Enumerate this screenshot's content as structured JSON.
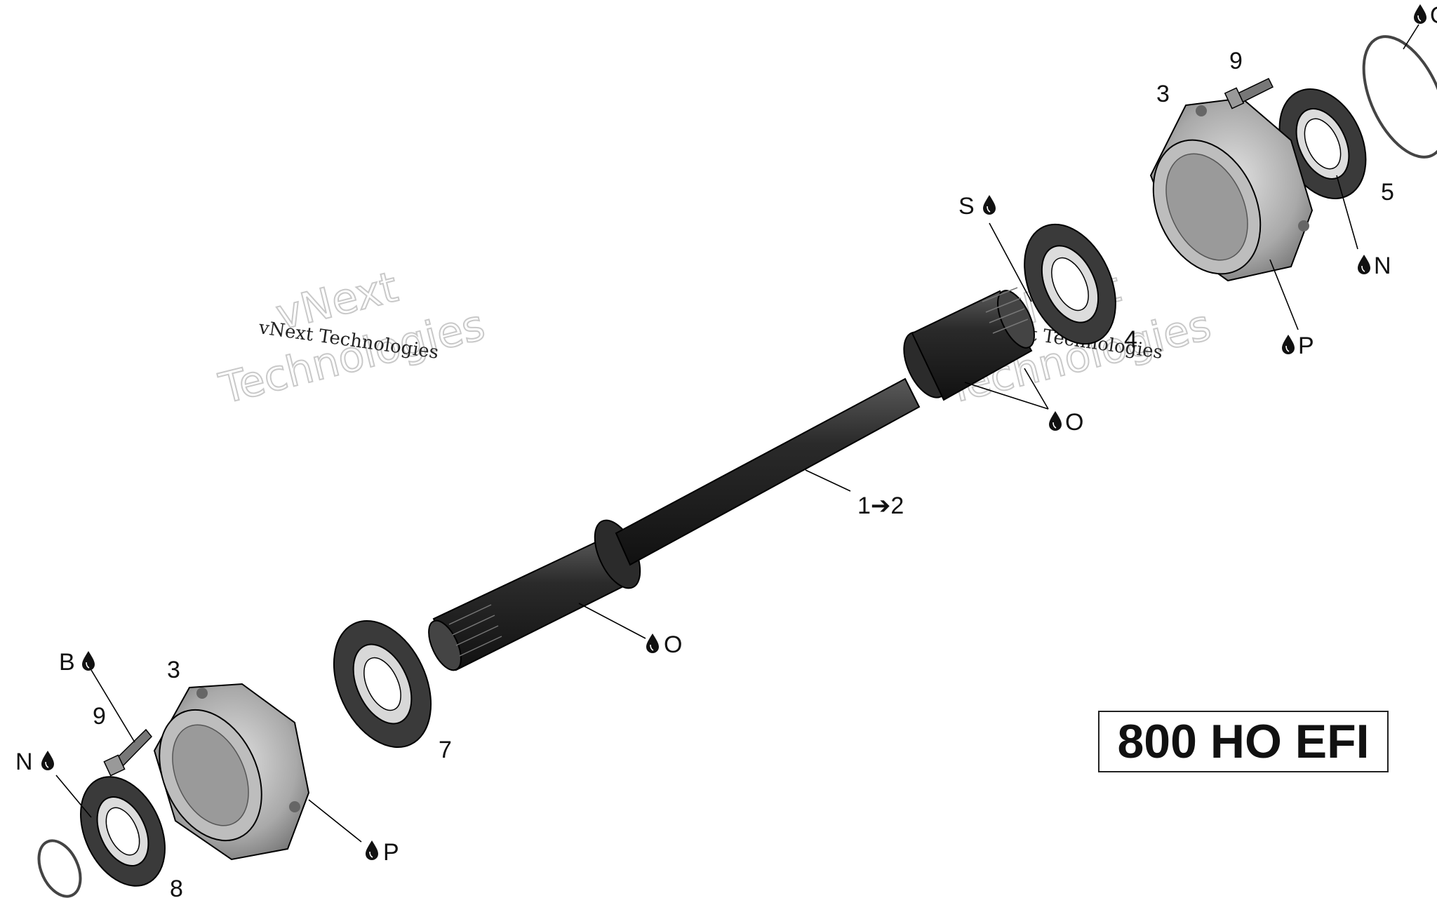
{
  "labels": {
    "p1_2": "1➔2",
    "p3_top": "3",
    "p3_bottom": "3",
    "p4": "4",
    "p5": "5",
    "p7": "7",
    "p8": "8",
    "p9_top": "9",
    "p9_bottom": "9",
    "s_top": "S",
    "o_shaft_upper": "O",
    "o_shaft_lower": "O",
    "n_right": "N",
    "n_left": "N",
    "p_right": "P",
    "p_left": "P",
    "b_left": "B",
    "o_oring_top": "O"
  },
  "model_label": "800 HO EFI",
  "watermarks": {
    "big_line1": "vNext",
    "big_line2": "Technologies",
    "small": "vNext Technologies"
  },
  "icons": {
    "lubricant": "oil-drop-icon"
  }
}
